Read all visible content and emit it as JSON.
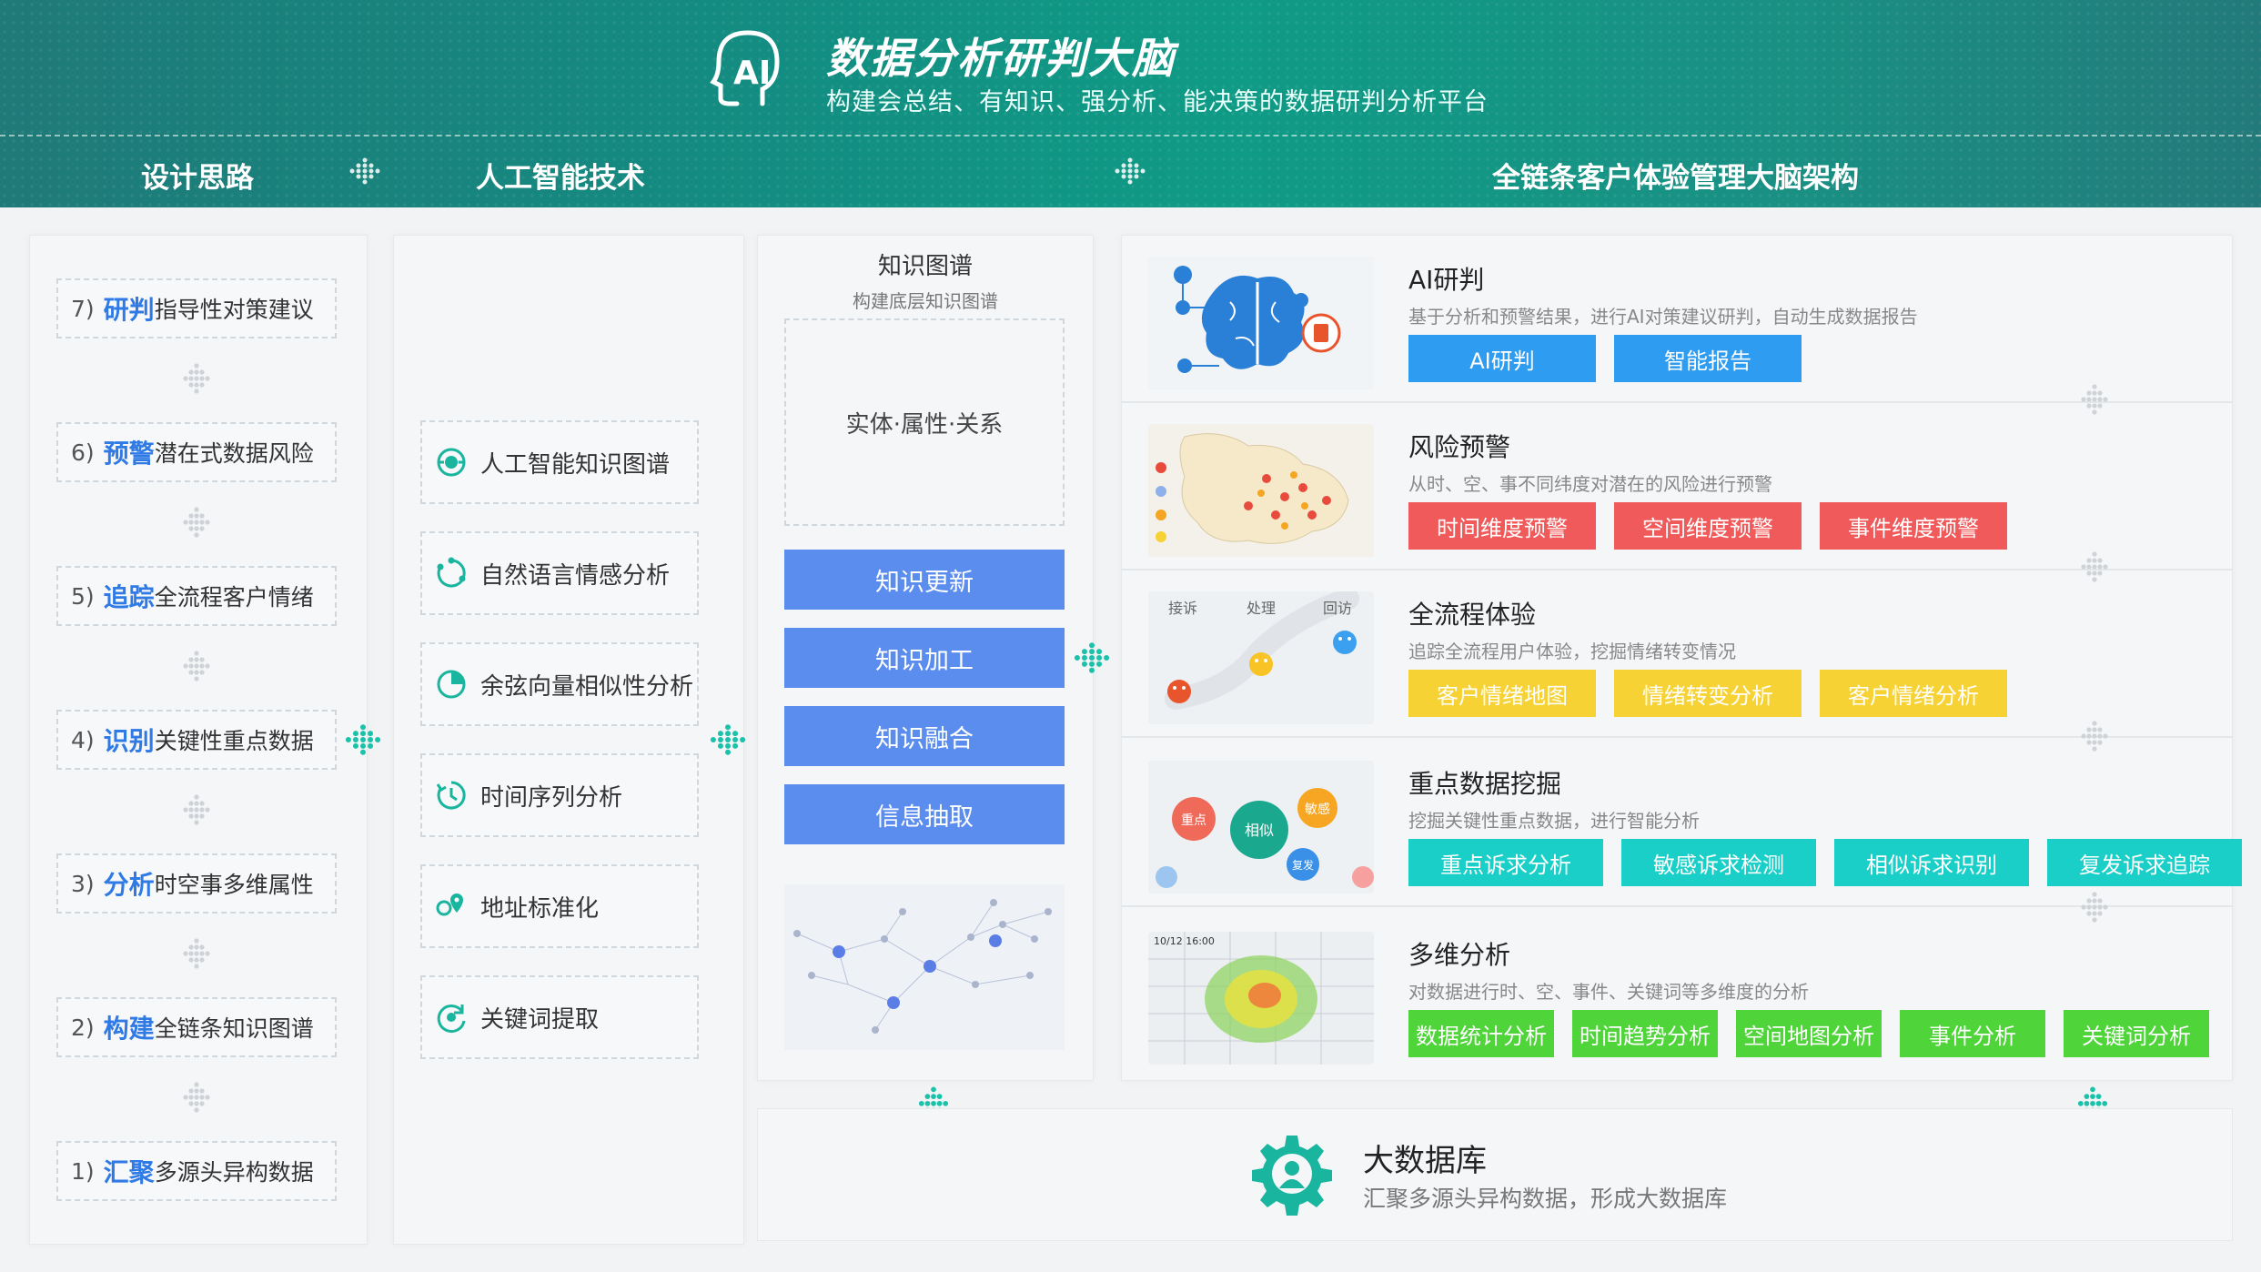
{
  "header": {
    "title": "数据分析研判大脑",
    "subtitle": "构建会总结、有知识、强分析、能决策的数据研判分析平台",
    "sections": [
      "设计思路",
      "人工智能技术",
      "全链条客户体验管理大脑架构"
    ]
  },
  "steps": [
    {
      "num": "7)",
      "kw": "研判",
      "text": "指导性对策建议"
    },
    {
      "num": "6)",
      "kw": "预警",
      "text": "潜在式数据风险"
    },
    {
      "num": "5)",
      "kw": "追踪",
      "text": "全流程客户情绪"
    },
    {
      "num": "4)",
      "kw": "识别",
      "text": "关键性重点数据"
    },
    {
      "num": "3)",
      "kw": "分析",
      "text": "时空事多维属性"
    },
    {
      "num": "2)",
      "kw": "构建",
      "text": "全链条知识图谱"
    },
    {
      "num": "1)",
      "kw": "汇聚",
      "text": "多源头异构数据"
    }
  ],
  "tech": [
    {
      "label": "人工智能知识图谱",
      "icon": "target-icon"
    },
    {
      "label": "自然语言情感分析",
      "icon": "cycle-icon"
    },
    {
      "label": "余弦向量相似性分析",
      "icon": "pie-icon"
    },
    {
      "label": "时间序列分析",
      "icon": "clock-icon"
    },
    {
      "label": "地址标准化",
      "icon": "location-icon"
    },
    {
      "label": "关键词提取",
      "icon": "refresh-icon"
    }
  ],
  "knowledge": {
    "title": "知识图谱",
    "subtitle": "构建底层知识图谱",
    "box": "实体·属性·关系",
    "buttons": [
      "知识更新",
      "知识加工",
      "知识融合",
      "信息抽取"
    ]
  },
  "cards": [
    {
      "title": "AI研判",
      "desc": "基于分析和预警结果，进行AI对策建议研判，自动生成数据报告",
      "color": "#2e9cf0",
      "buttons": [
        "AI研判",
        "智能报告"
      ]
    },
    {
      "title": "风险预警",
      "desc": "从时、空、事不同纬度对潜在的风险进行预警",
      "color": "#f05a5a",
      "buttons": [
        "时间维度预警",
        "空间维度预警",
        "事件维度预警"
      ]
    },
    {
      "title": "全流程体验",
      "desc": "追踪全流程用户体验，挖掘情绪转变情况",
      "color": "#f7d234",
      "buttons": [
        "客户情绪地图",
        "情绪转变分析",
        "客户情绪分析"
      ]
    },
    {
      "title": "重点数据挖掘",
      "desc": "挖掘关键性重点数据，进行智能分析",
      "color": "#19cfc8",
      "buttons": [
        "重点诉求分析",
        "敏感诉求检测",
        "相似诉求识别",
        "复发诉求追踪"
      ]
    },
    {
      "title": "多维分析",
      "desc": "对数据进行时、空、事件、关键词等多维度的分析",
      "color": "#4fd43a",
      "buttons": [
        "数据统计分析",
        "时间趋势分析",
        "空间地图分析",
        "事件分析",
        "关键词分析"
      ]
    }
  ],
  "thumb_text": {
    "emotion": [
      "接诉",
      "处理",
      "回访"
    ],
    "bubbles": [
      "重点",
      "相似",
      "敏感",
      "复发"
    ],
    "map_time": "10/12 16:00"
  },
  "database": {
    "title": "大数据库",
    "desc": "汇聚多源头异构数据，形成大数据库"
  },
  "colors": {
    "header": "#0f9b86",
    "accent_blue": "#2f7ae5",
    "kg_button": "#5b8def",
    "arrow": "#19c2a8"
  }
}
